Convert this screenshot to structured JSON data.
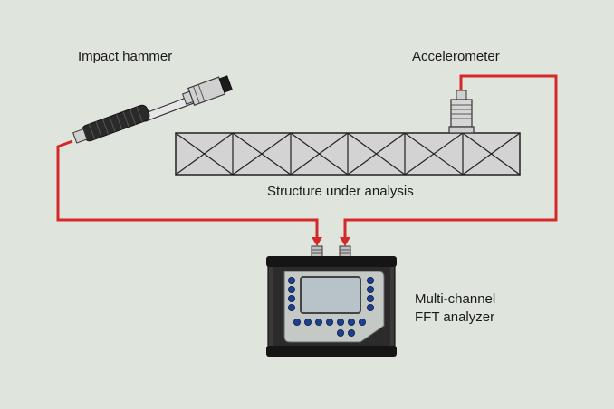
{
  "labels": {
    "impact_hammer": "Impact hammer",
    "accelerometer": "Accelerometer",
    "structure": "Structure under analysis",
    "analyzer_line1": "Multi-channel",
    "analyzer_line2": "FFT analyzer"
  },
  "colors": {
    "background": "#dfe5dc",
    "cable": "#d62828",
    "truss_fill": "#d3d3d3",
    "analyzer_body": "#1c1c1c",
    "analyzer_panel": "#c4c9c6",
    "screen": "#b8c3c9",
    "button": "#1f3f8f"
  },
  "icons": [
    "impact-hammer-icon",
    "accelerometer-icon",
    "fft-analyzer-icon"
  ]
}
